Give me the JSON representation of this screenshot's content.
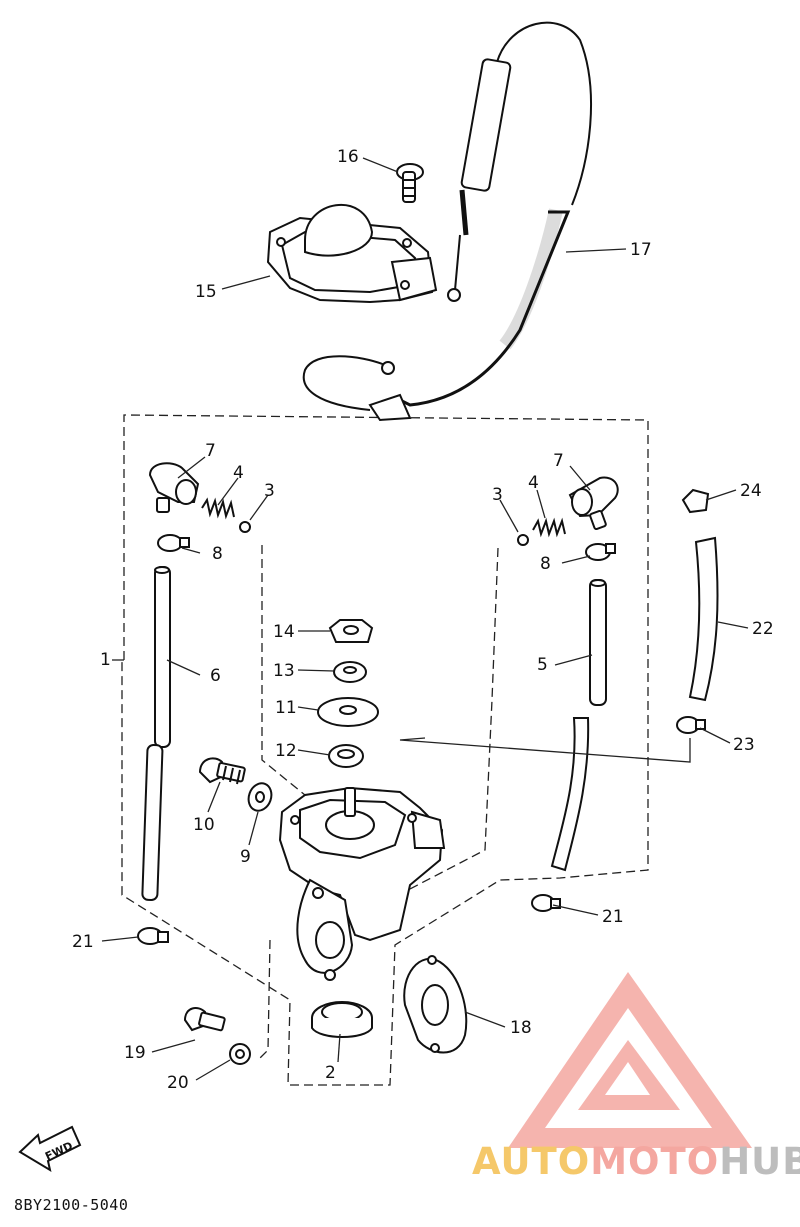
{
  "diagram_code": "8BY2100-5040",
  "fwd_label": "FWD",
  "watermark": {
    "word_1": "AUTO",
    "word_2": "MOTO",
    "word_3": "HUB",
    "color_1": "#f5c86a",
    "color_2": "#f4a7a0",
    "color_3": "#bdbdbd"
  },
  "callouts": {
    "c1": "1",
    "c2": "2",
    "c3a": "3",
    "c3b": "3",
    "c4a": "4",
    "c4b": "4",
    "c5": "5",
    "c6": "6",
    "c7a": "7",
    "c7b": "7",
    "c8a": "8",
    "c8b": "8",
    "c9": "9",
    "c10": "10",
    "c11": "11",
    "c12": "12",
    "c13": "13",
    "c14": "14",
    "c15": "15",
    "c16": "16",
    "c17": "17",
    "c18": "18",
    "c19": "19",
    "c20": "20",
    "c21a": "21",
    "c21b": "21",
    "c22": "22",
    "c23": "23",
    "c24": "24"
  }
}
